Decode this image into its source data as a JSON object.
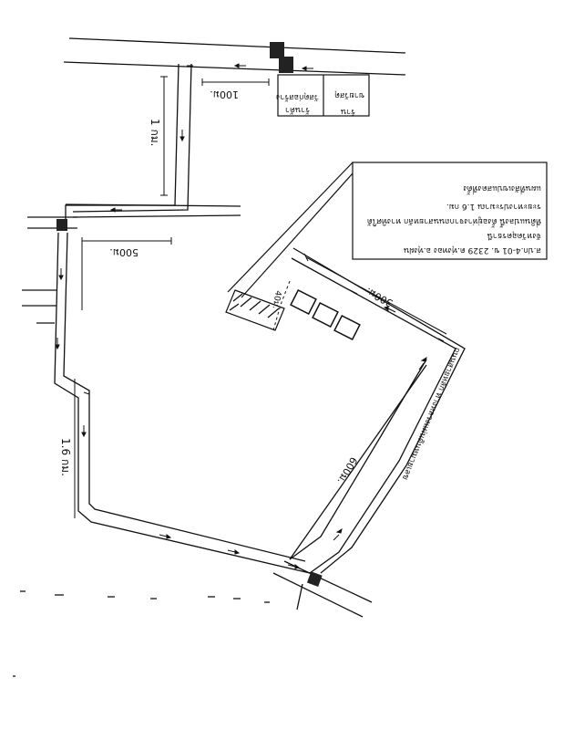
{
  "distances": {
    "d_100m": "100ม.",
    "d_1km": "1 กม.",
    "d_500m": "500ม.",
    "d_300m": "300ม.",
    "d_600m": "600ม.",
    "d_1_6km": "1.6 กม.",
    "d_40m": "40ม."
  },
  "landmarks": {
    "shop_right_line1": "ร้าน",
    "shop_right_line2": "ขายวัสดุ",
    "shop_left_line1": "ร้านค้า",
    "shop_left_line2": "วัสดุก่อสร้าง"
  },
  "road_label": "ถนนสายหลัก ทางหลวงแผ่นดินหมายเลข",
  "info_box": {
    "line1": "ส.ปก.4-01 ข. 2329 ต.ทุ่งทอง อ.ทุ่งฝน",
    "line2": "จังหวัดอุดรธานี",
    "line3": "ที่ดินแปลงนี้ ตั้งอยู่ห่างจากถนนสายหลัก ทางทิศใต้",
    "line4": "ระยะทางประมาณ 1.6 กม.",
    "line5": "แผนที่สังเขปแสดงที่ตั้ง"
  },
  "colors": {
    "ink": "#111111",
    "paper": "#ffffff"
  }
}
